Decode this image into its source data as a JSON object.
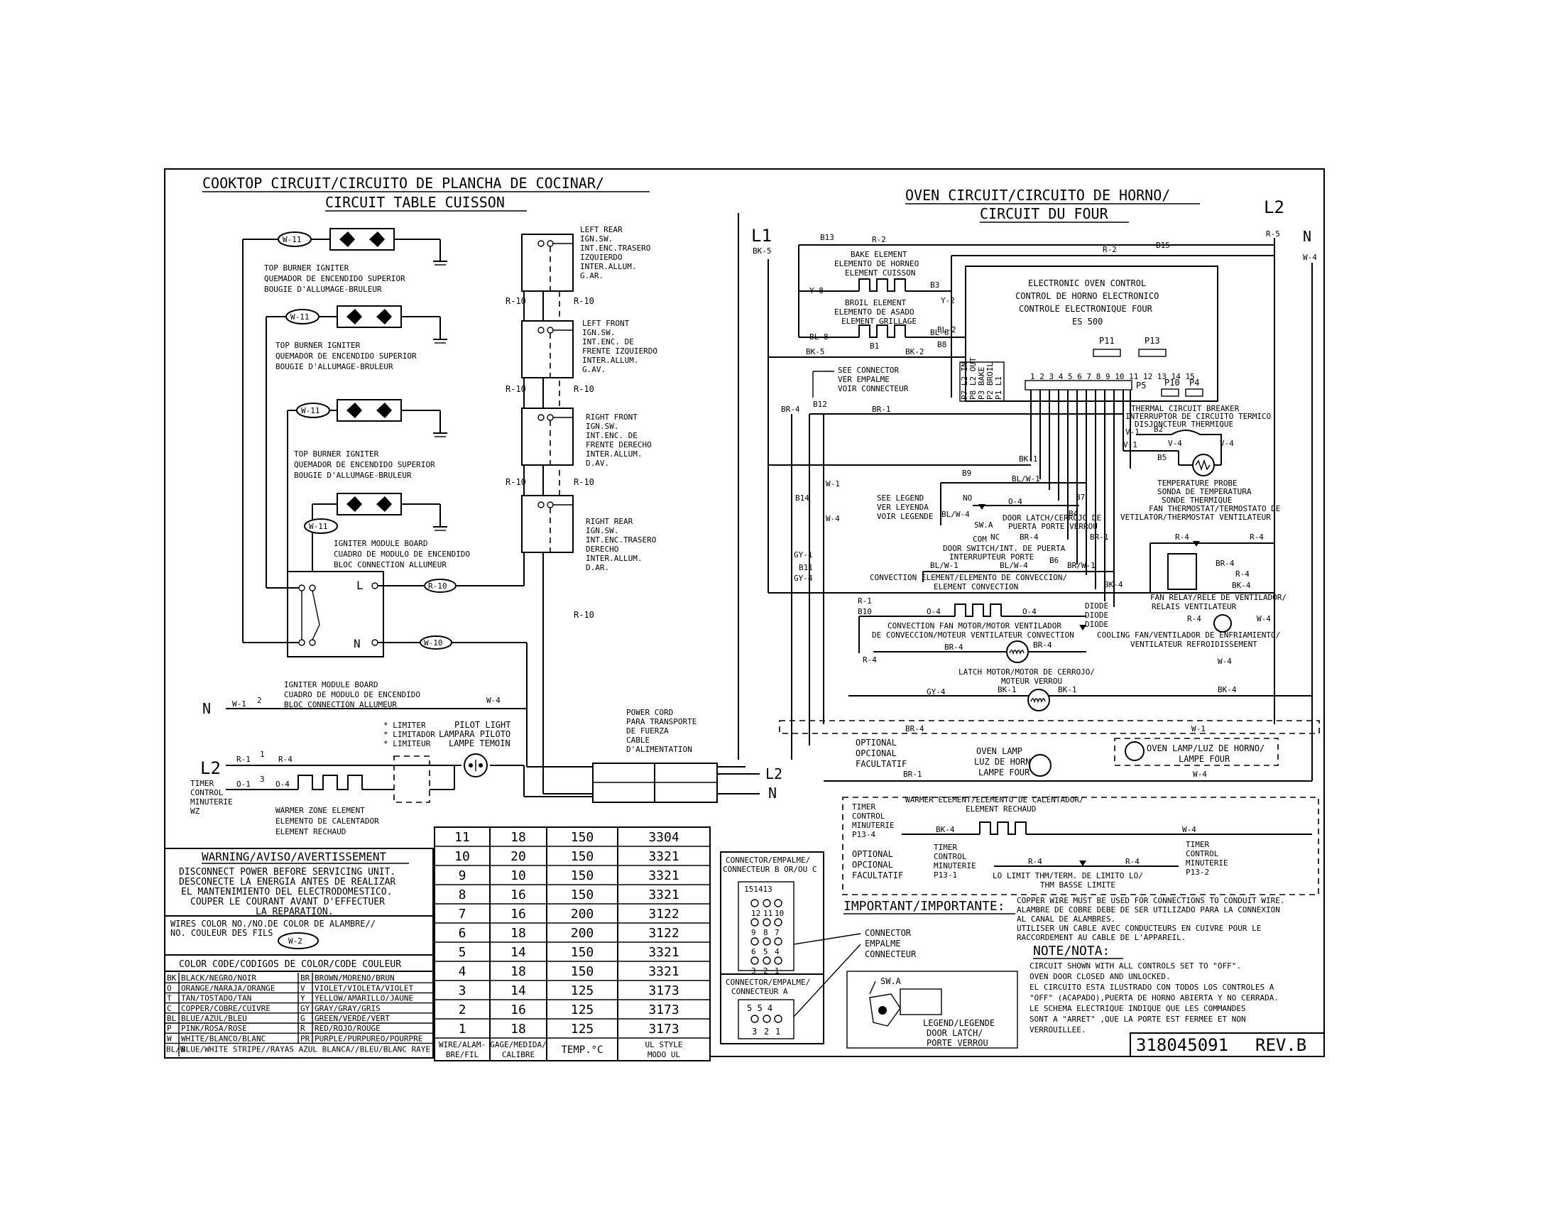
{
  "cooktop": {
    "title1": "COOKTOP CIRCUIT/CIRCUITO DE PLANCHA DE COCINAR/",
    "title2": "CIRCUIT TABLE CUISSON",
    "igniters": [
      {
        "wire": "W-11",
        "l1": "TOP BURNER IGNITER",
        "l2": "QUEMADOR DE ENCENDIDO SUPERIOR",
        "l3": "BOUGIE D'ALLUMAGE-BRULEUR"
      },
      {
        "wire": "W-11",
        "l1": "TOP BURNER IGNITER",
        "l2": "QUEMADOR DE ENCENDIDO SUPERIOR",
        "l3": "BOUGIE D'ALLUMAGE-BRULEUR"
      },
      {
        "wire": "W-11",
        "l1": "TOP BURNER IGNITER",
        "l2": "QUEMADOR DE ENCENDIDO SUPERIOR",
        "l3": "BOUGIE D'ALLUMAGE-BRULEUR"
      },
      {
        "wire": "W-11",
        "l1": "IGNITER MODULE BOARD",
        "l2": "CUADRO DE MODULO DE ENCENDIDO",
        "l3": "BLOC CONNECTION ALLUMEUR"
      }
    ],
    "switches": [
      {
        "l1": "LEFT REAR",
        "l2": "IGN.SW.",
        "l3": "INT.ENC.TRASERO",
        "l4": "IZQUIERDO",
        "l5": "INTER.ALLUM.",
        "l6": "G.AR."
      },
      {
        "l1": "LEFT FRONT",
        "l2": "IGN.SW.",
        "l3": "INT.ENC. DE",
        "l4": "FRENTE IZQUIERDO",
        "l5": "INTER.ALLUM.",
        "l6": "G.AV."
      },
      {
        "l1": "RIGHT FRONT",
        "l2": "IGN.SW.",
        "l3": "INT.ENC. DE",
        "l4": "FRENTE DERECHO",
        "l5": "INTER.ALLUM.",
        "l6": "D.AV."
      },
      {
        "l1": "RIGHT REAR",
        "l2": "IGN.SW.",
        "l3": "INT.ENC.TRASERO",
        "l4": "DERECHO",
        "l5": "INTER.ALLUM.",
        "l6": "D.AR."
      }
    ],
    "r10": "R-10",
    "w10": "W-10",
    "module_L": "L",
    "module_N": "N",
    "module_label1": "IGNITER MODULE BOARD",
    "module_label2": "CUADRO DE MODULO DE ENCENDIDO",
    "module_label3": "BLOC CONNECTION ALLUMEUR",
    "n_label": "N",
    "w1": "W-1",
    "w4": "W-4",
    "pin2": "2",
    "l2_label": "L2",
    "r1": "R-1",
    "r4": "R-4",
    "pin1": "1",
    "pin3": "3",
    "o1": "O-1",
    "o4": "O-4",
    "timer1": "TIMER",
    "timer2": "CONTROL",
    "timer3": "MINUTERIE",
    "timer4": "WZ",
    "warmer1": "WARMER ZONE ELEMENT",
    "warmer2": "ELEMENTO DE CALENTADOR",
    "warmer3": "ELEMENT RECHAUD",
    "limiter1": "* LIMITER",
    "limiter2": "* LIMITADOR",
    "limiter3": "* LIMITEUR",
    "pilot1": "PILOT LIGHT",
    "pilot2": "LAMPARA PILOTO",
    "pilot3": "LAMPE TEMOIN",
    "power1": "POWER CORD",
    "power2": "PARA TRANSPORTE",
    "power3": "DE FUERZA",
    "power4": "CABLE",
    "power5": "D'ALIMENTATION",
    "cord_l2": "L2",
    "cord_n": "N"
  },
  "oven": {
    "title1": "OVEN CIRCUIT/CIRCUITO DE HORNO/",
    "title2": "CIRCUIT DU FOUR",
    "L1": "L1",
    "L2": "L2",
    "N": "N",
    "bk5": "BK-5",
    "r5": "R-5",
    "w4": "W-4",
    "b13": "B13",
    "r2": "R-2",
    "b15": "B15",
    "bake1": "BAKE ELEMENT",
    "bake2": "ELEMENTO DE HORNEO",
    "bake3": "ELEMENT CUISSON",
    "y8": "Y-8",
    "b3": "B3",
    "y2": "Y-2",
    "broil1": "BROIL ELEMENT",
    "broil2": "ELEMENTO DE ASADO",
    "broil3": "ELEMENT GRILLAGE",
    "bl8": "BL-8",
    "bl2": "BL-2",
    "b8": "B8",
    "b1": "B1",
    "bk2": "BK-2",
    "eoc1": "ELECTRONIC OVEN CONTROL",
    "eoc2": "CONTROL DE HORNO ELECTRONICO",
    "eoc3": "CONTROLE ELECTRONIQUE FOUR",
    "eoc4": "ES 500",
    "p11": "P11",
    "p13": "P13",
    "p5": "P5",
    "p10": "P10",
    "p4": "P4",
    "pins": "1 2 3 4 5 6 7 8 9 10 11 12 13 14 15",
    "relays": [
      "P7 L2 IN",
      "P8 L2 OUT",
      "P3 BAKE",
      "P2 BROIL",
      "P1 L1"
    ],
    "see1": "SEE CONNECTOR",
    "see2": "VER EMPALME",
    "see3": "VOIR CONNECTEUR",
    "br4": "BR-4",
    "b12": "B12",
    "br1": "BR-1",
    "tcb1": "THERMAL CIRCUIT BREAKER",
    "tcb2": "INTERRUPTOR DE CIRCUITO TERMICO",
    "tcb3": "DISJONCTEUR THERMIQUE",
    "v1": "V-1",
    "b2": "B2",
    "v4": "V-4",
    "b5": "B5",
    "bk1": "BK-1",
    "probe1": "TEMPERATURE PROBE",
    "probe2": "SONDA DE TEMPERATURA",
    "probe3": "SONDE THERMIQUE",
    "fan1": "FAN THERMOSTAT/TERMOSTATO DE",
    "fan2": "VETILATOR/THERMOSTAT VENTILATEUR",
    "b9": "B9",
    "blw1": "BL/W-1",
    "b7": "B7",
    "b4": "B4",
    "b6": "B6",
    "brw1": "BR/W-1",
    "no": "NO",
    "nc": "NC",
    "com": "COM",
    "o4": "O-4",
    "blw4": "BL/W-4",
    "sw_a": "SW.A",
    "latch1": "DOOR LATCH/CERROJO DE",
    "latch2": "PUERTA PORTE VERROU",
    "door1": "DOOR SWITCH/INT. DE PUERTA",
    "door2": "INTERRUPTEUR PORTE",
    "legend1": "SEE LEGEND",
    "legend2": "VER LEYENDA",
    "legend3": "VOIR LEGENDE",
    "b14": "B14",
    "w1": "W-1",
    "gy1": "GY-1",
    "b11": "B11",
    "gy4": "GY-4",
    "conv1": "CONVECTION ELEMENT/ELEMENTO DE CONVECCION/",
    "conv2": "ELEMENT CONVECTION",
    "bk4": "BK-4",
    "r1": "R-1",
    "b10": "B10",
    "o4b": "O-4",
    "diode": "DIODE",
    "cfan1": "CONVECTION FAN MOTOR/MOTOR VENTILADOR",
    "cfan2": "DE CONVECCION/MOTEUR VENTILATEUR CONVECTION",
    "r4": "R-4",
    "relay1": "FAN RELAY/RELE DE VENTILADOR/",
    "relay2": "RELAIS VENTILATEUR",
    "cool1": "COOLING FAN/VENTILADOR DE ENFRIAMIENTO/",
    "cool2": "VENTILATEUR REFROIDISSEMENT",
    "latchm1": "LATCH MOTOR/MOTOR DE CERROJO/",
    "latchm2": "MOTEUR VERROU",
    "optional1": "OPTIONAL",
    "optional2": "OPCIONAL",
    "optional3": "FACULTATIF",
    "olamp1": "OVEN LAMP",
    "olamp2": "LUZ DE HORNO",
    "olamp3": "LAMPE FOUR",
    "olampbox": "OVEN LAMP/LUZ DE HORNO/",
    "olampbox2": "LAMPE FOUR",
    "warm1": "WARMER ELEMENT/ELEMENTO DE CALENTADOR/",
    "warm2": "ELEMENT RECHAUD",
    "timer1": "TIMER",
    "timer2": "CONTROL",
    "timer3": "MINUTERIE",
    "timer4": "P13-4",
    "timer5": "P13-1",
    "timer6": "P13-2",
    "lolimit1": "LO LIMIT THM/TERM. DE LIMITO LO/",
    "lolimit2": "THM BASSE LIMITE"
  },
  "warning": {
    "title": "WARNING/AVISO/AVERTISSEMENT",
    "lines": [
      "DISCONNECT POWER BEFORE SERVICING UNIT.",
      "DESCONECTE LA ENERGIA ANTES DE REALIZAR",
      "EL MANTENIMIENTO DEL ELECTRODOMESTICO.",
      "COUPER LE COURANT AVANT D'EFFECTUER",
      "LA REPARATION."
    ],
    "wires1": "WIRES COLOR NO./NO.DE COLOR DE ALAMBRE//",
    "wires2": "NO. COULEUR DES FILS",
    "wires_ex": "W-2",
    "color_title": "COLOR CODE/CODIGOS DE COLOR/CODE COULEUR",
    "colors": [
      [
        "BK",
        "BLACK/NEGRO/NOIR",
        "BR",
        "BROWN/MORENO/BRUN"
      ],
      [
        "O",
        "ORANGE/NARAJA/ORANGE",
        "V",
        "VIOLET/VIOLETA/VIOLET"
      ],
      [
        "T",
        "TAN/TOSTADO/TAN",
        "Y",
        "YELLOW/AMARILLO/JAUNE"
      ],
      [
        "C",
        "COPPER/COBRE/CUIVRE",
        "GY",
        "GRAY/GRAY/GRIS"
      ],
      [
        "BL",
        "BLUE/AZUL/BLEU",
        "G",
        "GREEN/VERDE/VERT"
      ],
      [
        "P",
        "PINK/ROSA/ROSE",
        "R",
        "RED/ROJO/ROUGE"
      ],
      [
        "W",
        "WHITE/BLANCO/BLANC",
        "PR",
        "PURPLE/PURPUREO/POURPRE"
      ]
    ],
    "last_row_code": "BL/W",
    "last_row_name": "BLUE/WHITE STRIPE//RAYAS AZUL BLANCA//BLEU/BLANC RAYE"
  },
  "wire_table": {
    "rows": [
      [
        "11",
        "18",
        "150",
        "3304"
      ],
      [
        "10",
        "20",
        "150",
        "3321"
      ],
      [
        "9",
        "10",
        "150",
        "3321"
      ],
      [
        "8",
        "16",
        "150",
        "3321"
      ],
      [
        "7",
        "16",
        "200",
        "3122"
      ],
      [
        "6",
        "18",
        "200",
        "3122"
      ],
      [
        "5",
        "14",
        "150",
        "3321"
      ],
      [
        "4",
        "18",
        "150",
        "3321"
      ],
      [
        "3",
        "14",
        "125",
        "3173"
      ],
      [
        "2",
        "16",
        "125",
        "3173"
      ],
      [
        "1",
        "18",
        "125",
        "3173"
      ]
    ],
    "h1a": "WIRE/ALAM-",
    "h1b": "BRE/FIL",
    "h2a": "GAGE/MEDIDA/",
    "h2b": "CALIBRE",
    "h3": "TEMP.°C",
    "h4a": "UL STYLE",
    "h4b": "MODO UL"
  },
  "connector": {
    "b_title1": "CONNECTOR/EMPALME/",
    "b_title2": "CONNECTEUR B OR/OU C",
    "b_top": "151413",
    "b_nums": [
      "12",
      "11",
      "10",
      "9",
      "8",
      "7",
      "6",
      "5",
      "4",
      "3",
      "2",
      "1"
    ],
    "a_title1": "CONNECTOR/EMPALME/",
    "a_title2": "CONNECTEUR A",
    "a_top": "5 5 4",
    "a_nums": [
      "3",
      "2",
      "1"
    ],
    "label1": "CONNECTOR",
    "label2": "EMPALME",
    "label3": "CONNECTEUR"
  },
  "important": {
    "title": "IMPORTANT/IMPORTANTE:",
    "lines": [
      "COPPER WIRE MUST BE USED FOR CONNECTIONS TO CONDUIT WIRE.",
      "ALAMBRE DE COBRE DEBE DE SER UTILIZADO PARA LA CONNEXION",
      "AL CANAL DE ALAMBRES.",
      "UTILISER UN CABLE AVEC CONDUCTEURS EN CUIVRE POUR LE",
      "RACCORDEMENT AU CABLE DE L'APPAREIL."
    ]
  },
  "note": {
    "title": "NOTE/NOTA:",
    "lines": [
      "CIRCUIT SHOWN WITH ALL CONTROLS SET TO \"OFF\".",
      "OVEN DOOR CLOSED AND UNLOCKED.",
      "EL CIRCUITO ESTA ILUSTRADO CON TODOS LOS CONTROLES A",
      "\"OFF\" (ACAPADO),PUERTA DE HORNO ABIERTA Y NO CERRADA.",
      "LE SCHEMA ELECTRIQUE INDIQUE QUE LES COMMANDES",
      "SONT A \"ARRET\" ,QUE LA PORTE EST FERMEE ET NON",
      "VERROUILLEE."
    ]
  },
  "legend": {
    "sw": "SW.A",
    "l1": "LEGEND/LEGENDE",
    "l2": "DOOR LATCH/",
    "l3": "PORTE VERROU"
  },
  "part_number": "318045091",
  "revision": "REV.B"
}
